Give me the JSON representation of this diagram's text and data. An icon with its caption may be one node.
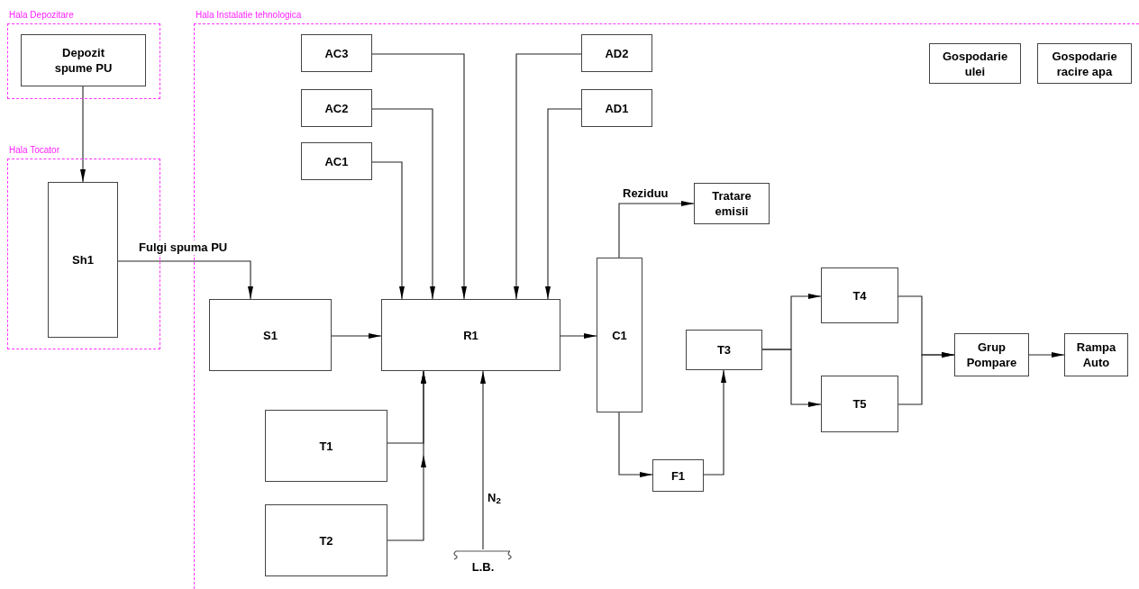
{
  "diagram": {
    "nodes": [
      {
        "text": [
          "Hala Depozitare"
        ]
      },
      {
        "text": [
          "Depozit spume PU"
        ],
        "in": 0
      },
      {
        "text": [
          "Hala Tocator"
        ]
      },
      {
        "text": [
          "Sh1"
        ],
        "in": 2
      },
      {
        "text": [
          "Hala Instalatie tehnologica"
        ]
      },
      {
        "text": [
          "AC3"
        ],
        "in": 4
      },
      {
        "text": [
          "AC2"
        ],
        "in": 4
      },
      {
        "text": [
          "AC1"
        ],
        "in": 4
      },
      {
        "text": [
          "AD2"
        ],
        "in": 4
      },
      {
        "text": [
          "AD1"
        ],
        "in": 4
      },
      {
        "text": [
          "Gospodarie ulei"
        ],
        "in": 4
      },
      {
        "text": [
          "Gospodarie racire apa"
        ],
        "in": 4
      },
      {
        "text": [
          "S1"
        ],
        "in": 4
      },
      {
        "text": [
          "R1"
        ],
        "in": 4
      },
      {
        "text": [
          "C1"
        ],
        "in": 4
      },
      {
        "text": [
          "Tratare emisii"
        ],
        "in": 4
      },
      {
        "text": [
          "T1"
        ],
        "in": 4
      },
      {
        "text": [
          "T2"
        ],
        "in": 4
      },
      {
        "text": [
          "L.B."
        ],
        "in": 4
      },
      {
        "text": [
          "F1"
        ],
        "in": 4
      },
      {
        "text": [
          "T3"
        ],
        "in": 4
      },
      {
        "text": [
          "T4"
        ],
        "in": 4
      },
      {
        "text": [
          "T5"
        ],
        "in": 4
      },
      {
        "text": [
          "Grup Pompare"
        ],
        "in": 4
      },
      {
        "text": [
          "Rampa Auto"
        ],
        "in": 4
      }
    ],
    "edges": [
      {
        "from": 1,
        "to": 3,
        "arrow": "to"
      },
      {
        "from": 3,
        "to": 12,
        "arrow": "to",
        "label": "Fulgi spuma PU"
      },
      {
        "from": 5,
        "to": 13,
        "arrow": "to"
      },
      {
        "from": 6,
        "to": 13,
        "arrow": "to"
      },
      {
        "from": 7,
        "to": 13,
        "arrow": "to"
      },
      {
        "from": 8,
        "to": 13,
        "arrow": "to"
      },
      {
        "from": 9,
        "to": 13,
        "arrow": "to"
      },
      {
        "from": 12,
        "to": 13,
        "arrow": "to"
      },
      {
        "from": 13,
        "to": 14,
        "arrow": "to"
      },
      {
        "from": 14,
        "to": 15,
        "arrow": "to",
        "label": "Reziduu"
      },
      {
        "from": 16,
        "to": 13,
        "arrow": "to"
      },
      {
        "from": 17,
        "to": 13,
        "arrow": "to"
      },
      {
        "from": 18,
        "to": 13,
        "arrow": "to",
        "label": "N$_{2}$"
      },
      {
        "from": 14,
        "to": 19,
        "arrow": "to"
      },
      {
        "from": 19,
        "to": 20,
        "arrow": "to"
      },
      {
        "from": 20,
        "to": 21,
        "arrow": "to"
      },
      {
        "from": 20,
        "to": 22,
        "arrow": "to"
      },
      {
        "from": 21,
        "to": 23,
        "arrow": "to"
      },
      {
        "from": 22,
        "to": 23,
        "arrow": "to"
      },
      {
        "from": 23,
        "to": 24,
        "arrow": "to"
      }
    ]
  }
}
